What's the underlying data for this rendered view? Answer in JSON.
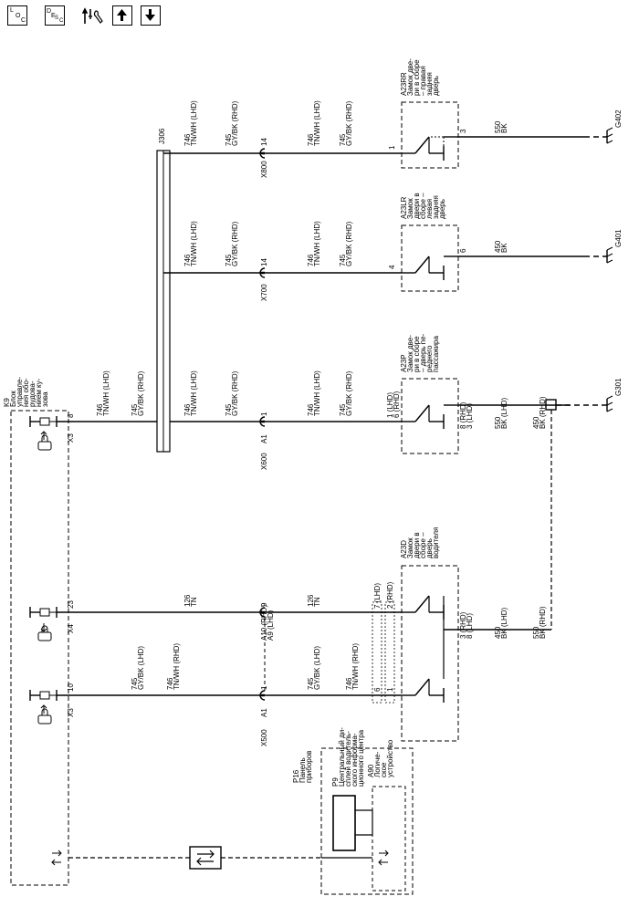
{
  "header_icons": [
    {
      "name": "loc-icon",
      "text": "LOC"
    },
    {
      "name": "desc-icon",
      "text": "DESC"
    },
    {
      "name": "connector-wrench-icon",
      "text": ""
    },
    {
      "name": "arrow-up-icon",
      "text": "↑"
    },
    {
      "name": "arrow-down-icon",
      "text": "↓"
    }
  ],
  "k9": {
    "id": "K9",
    "desc": [
      "Блок",
      "управле-",
      "ния обо-",
      "рудова-",
      "нием ку-",
      "зова"
    ],
    "x3a": "X3",
    "x3a_pin": "8",
    "x4": "X4",
    "x4_pin": "23",
    "x3b": "X3",
    "x3b_pin": "10"
  },
  "j306": "J306",
  "x800": {
    "id": "X800",
    "pin": "14"
  },
  "x700": {
    "id": "X700",
    "pin": "14"
  },
  "x600": {
    "id": "X600",
    "pin1": "1",
    "pin2": "A1"
  },
  "x500": {
    "id": "X500",
    "pin1": "1",
    "pin2": "A1",
    "pin9": "9",
    "pin_a10": "A10 (RHD)",
    "pin_a9": "A9 (LHD)"
  },
  "wires": {
    "w746_lhd": "746",
    "w746_lhd_c": "TN/WH (LHD)",
    "w745_rhd": "745",
    "w745_rhd_c": "GY/BK (RHD)",
    "w745_lhd_c": "GY/BK (LHD)",
    "w746_rhd_c": "TN/WH (RHD)",
    "w126": "126",
    "w126_c": "TN",
    "w550": "550",
    "w450": "450",
    "bk": "BK",
    "bk_lhd": "BK (LHD)",
    "bk_rhd": "BK (RHD)"
  },
  "a23rr": {
    "id": "A23RR",
    "desc": [
      "Замок две-",
      "ри в сборе",
      "– правая",
      "задняя",
      "дверь"
    ],
    "pin1": "1",
    "pin3": "3"
  },
  "a23lr": {
    "id": "A23LR",
    "desc": [
      "Замок",
      "двери в",
      "сборе –",
      "левая",
      "задняя",
      "дверь"
    ],
    "pin4": "4",
    "pin6": "6"
  },
  "a23p": {
    "id": "A23P",
    "desc": [
      "Замок две-",
      "ри в сборе",
      "– дверь пе-",
      "реднего",
      "пассажира"
    ],
    "pin1": "1 (LHD)",
    "pin6": "6 (RHD)",
    "pin8": "8 (RHD)",
    "pin3": "3 (LHD)"
  },
  "a23d": {
    "id": "A23D",
    "desc": [
      "Замок",
      "двери в",
      "сборе –",
      "дверь",
      "водителя"
    ],
    "pin7": "7 (LHD)",
    "pin2": "2 (RHD)",
    "pin6": "6",
    "pin1": "1",
    "pin3": "3 (RHD)",
    "pin8": "8 (LHD)"
  },
  "grounds": {
    "g402": "G402",
    "g401": "G401",
    "g301": "G301"
  },
  "p16": {
    "id": "P16",
    "desc": [
      "Панель",
      "приборов"
    ]
  },
  "p9": {
    "id": "P9",
    "desc": [
      "Центральный ди-",
      "сплей водитель-",
      "ского информа-",
      "ционного центра"
    ]
  },
  "a90": {
    "id": "A90",
    "desc": [
      "Логиче-",
      "ское",
      "устройство"
    ]
  }
}
